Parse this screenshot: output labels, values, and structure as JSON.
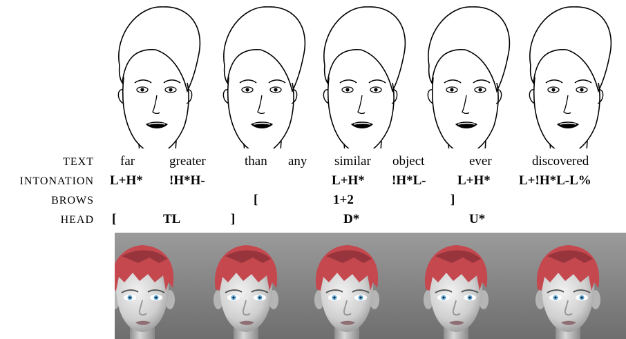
{
  "rows": {
    "text_label": "TEXT",
    "intonation_label": "INTONATION",
    "brows_label": "BROWS",
    "head_label": "HEAD"
  },
  "words": [
    "far",
    "greater",
    "than",
    "any",
    "similar",
    "object",
    "ever",
    "discovered"
  ],
  "intonation": [
    "L+H*",
    "!H*H-",
    "L+H*",
    "!H*L-",
    "L+H*",
    "L+!H*L-L%"
  ],
  "brows": [
    "[",
    "1+2",
    "]"
  ],
  "head": [
    "[",
    "TL",
    "]",
    "D*",
    "U*"
  ],
  "colors": {
    "render_background_top": "#9b9b9b",
    "render_background_bottom": "#6e6e6e",
    "hair": "#c5484f",
    "skin": "#d9d9d9"
  },
  "figures": {
    "sketch_faces": [
      "face-1",
      "face-2",
      "face-3",
      "face-4",
      "face-5"
    ],
    "rendered_heads": [
      "head-1",
      "head-2",
      "head-3",
      "head-4",
      "head-5"
    ]
  }
}
